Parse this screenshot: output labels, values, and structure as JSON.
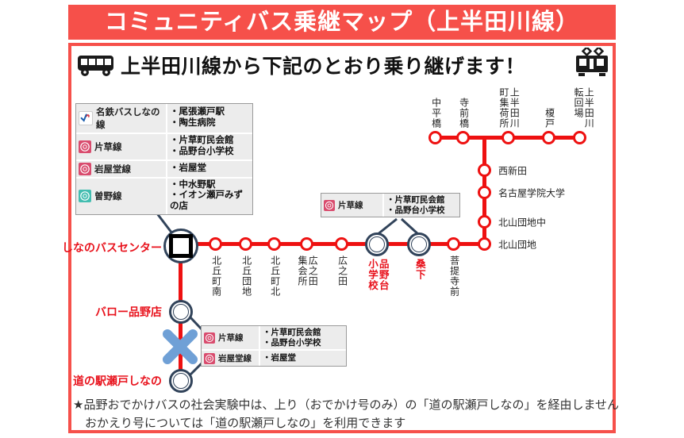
{
  "banner": {
    "title": "コミュニティバス乗継マップ（上半田川線）"
  },
  "heading": {
    "text": "上半田川線から下記のとおり乗り継げます！"
  },
  "colors": {
    "banner_red": "#f6504a",
    "rail_red": "#ee1111",
    "navy": "#31435a",
    "crimson_line_badge": "#d94c6e",
    "teal_line_badge": "#43bdb0",
    "cross_blue": "#6fa0d6",
    "label_red": "#e8121c"
  },
  "legends": {
    "shinano_bus_center": {
      "rows": [
        {
          "icon": "meitetsu-logo",
          "line": "名鉄バスしなの線",
          "destinations": [
            "・尾張瀬戸駅",
            "・陶生病院"
          ]
        },
        {
          "icon": "katakusa-line-badge",
          "line": "片草線",
          "destinations": [
            "・片草町民会館",
            "・品野台小学校"
          ]
        },
        {
          "icon": "iwayado-line-badge",
          "line": "岩屋堂線",
          "destinations": [
            "・岩屋堂"
          ]
        },
        {
          "icon": "sono-line-badge",
          "line": "曽野線",
          "destinations": [
            "・中水野駅",
            "・イオン瀬戸みずの店"
          ]
        }
      ]
    },
    "shinanodai": {
      "rows": [
        {
          "icon": "katakusa-line-badge",
          "line": "片草線",
          "destinations": [
            "・片草町民会館",
            "・品野台小学校"
          ]
        }
      ]
    },
    "valor_michinoeki": {
      "rows": [
        {
          "icon": "katakusa-line-badge",
          "line": "片草線",
          "destinations": [
            "・片草町民会館",
            "・品野台小学校"
          ]
        },
        {
          "icon": "iwayado-line-badge",
          "line": "岩屋堂線",
          "destinations": [
            "・岩屋堂"
          ]
        }
      ]
    }
  },
  "map": {
    "top_stations": [
      {
        "name": "中平橋"
      },
      {
        "name": "寺前橋"
      },
      {
        "name": "上半田川\n町集荷所"
      },
      {
        "name": "榎戸"
      },
      {
        "name": "上半田川\n転回場"
      }
    ],
    "right_stations": [
      {
        "name": "西新田"
      },
      {
        "name": "名古屋学院大学"
      },
      {
        "name": "北山団地中"
      },
      {
        "name": "北山団地"
      }
    ],
    "mid_stations": [
      {
        "name": "北丘町南"
      },
      {
        "name": "北丘団地"
      },
      {
        "name": "北丘町北"
      },
      {
        "name": "広之田\n集会所"
      },
      {
        "name": "広之田"
      },
      {
        "name": "菩提寺前"
      }
    ],
    "transfer_stations": [
      {
        "name": "品野台\n小学校"
      },
      {
        "name": "桑下"
      }
    ],
    "left_stops": [
      {
        "name": "しなのバスセンター"
      },
      {
        "name": "バロー品野店"
      },
      {
        "name": "道の駅瀬戸しなの"
      }
    ]
  },
  "note": {
    "line1": "★品野おでかけバスの社会実験中は、上り（おでかけ号のみ）の「道の駅瀬戸しなの」を経由しません",
    "line2": "おかえり号については「道の駅瀬戸しなの」を利用できます"
  }
}
